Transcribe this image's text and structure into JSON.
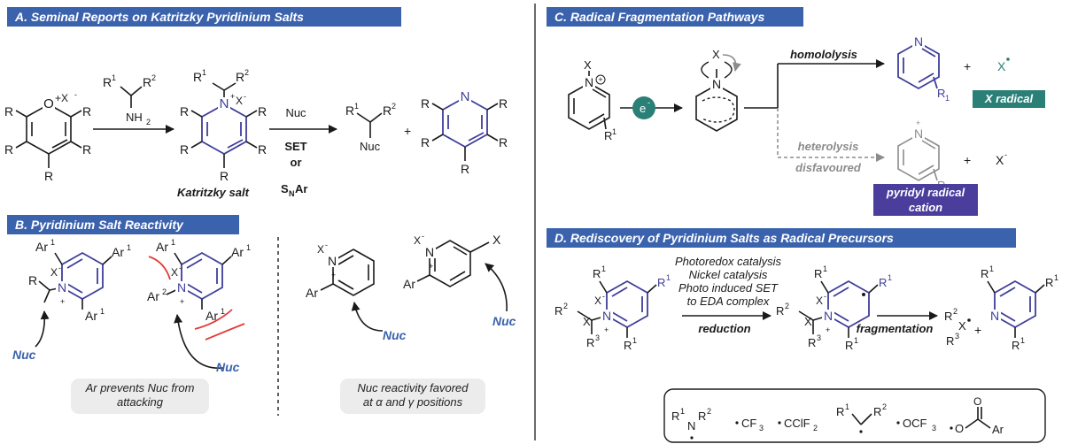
{
  "panels": {
    "a_title": "A. Seminal Reports on Katritzky Pyridinium Salts",
    "b_title": "B. Pyridinium Salt Reactivity",
    "c_title": "C. Radical Fragmentation Pathways",
    "d_title": "D. Rediscovery of Pyridinium Salts as Radical Precursors"
  },
  "panel_a": {
    "pyrylium_o": "O",
    "charge_x": "+X",
    "r": "R",
    "amine_r1": "R",
    "amine_r2": "R",
    "nh2": "NH",
    "sub2": "2",
    "sup1": "1",
    "sup2": "2",
    "sup_minus": "-",
    "sup_plus": "+",
    "n": "N",
    "x": "X",
    "nuc": "Nuc",
    "set": "SET",
    "or": "or",
    "s": "S",
    "sub_n": "N",
    "ar": "Ar",
    "plus": "+",
    "katritzky_label": "Katritzky salt"
  },
  "panel_b": {
    "ar": "Ar",
    "r": "R",
    "x": "X",
    "n": "N",
    "nuc": "Nuc",
    "note_left": "Ar prevents Nuc from attacking",
    "note_right_1": "Nuc reactivity favored",
    "note_right_2": "at",
    "note_right_alpha": "α",
    "note_right_and": "and",
    "note_right_gamma": "γ",
    "note_right_3": "positions"
  },
  "panel_c": {
    "x": "X",
    "n": "N",
    "r": "R",
    "sub1": "1",
    "electron": "e",
    "homolysis": "homololysis",
    "heterolysis": "heterolysis",
    "disfavoured": "disfavoured",
    "plus": "+",
    "x_radical": "X radical",
    "pyridyl_radical_1": "pyridyl radical",
    "pyridyl_radical_2": "cation"
  },
  "panel_d": {
    "conditions": [
      "Photoredox catalysis",
      "Nickel catalysis",
      "Photo induced SET",
      "to EDA complex"
    ],
    "reduction": "reduction",
    "fragmentation": "fragmentation",
    "r": "R",
    "x": "X",
    "n": "N",
    "plus": "+",
    "cf3": "CF",
    "cclf2": "CClF",
    "ocf3": "OCF",
    "o": "O",
    "ar": "Ar",
    "sub3": "3",
    "sub2": "2"
  },
  "colors": {
    "banner": "#3a62ad",
    "pyridine": "#3e3e9a",
    "nuc": "#3a62ad",
    "x_radical_badge": "#2a7f77",
    "pyridyl_badge": "#4a3d9c",
    "steric_arc": "#e23b3b",
    "note_bg": "#ececec",
    "disfavoured": "#8c8c8c"
  },
  "icons": [
    "arrow-icon",
    "curved-arrow-icon",
    "steric-clash-arc-icon",
    "electron-circle-icon"
  ]
}
